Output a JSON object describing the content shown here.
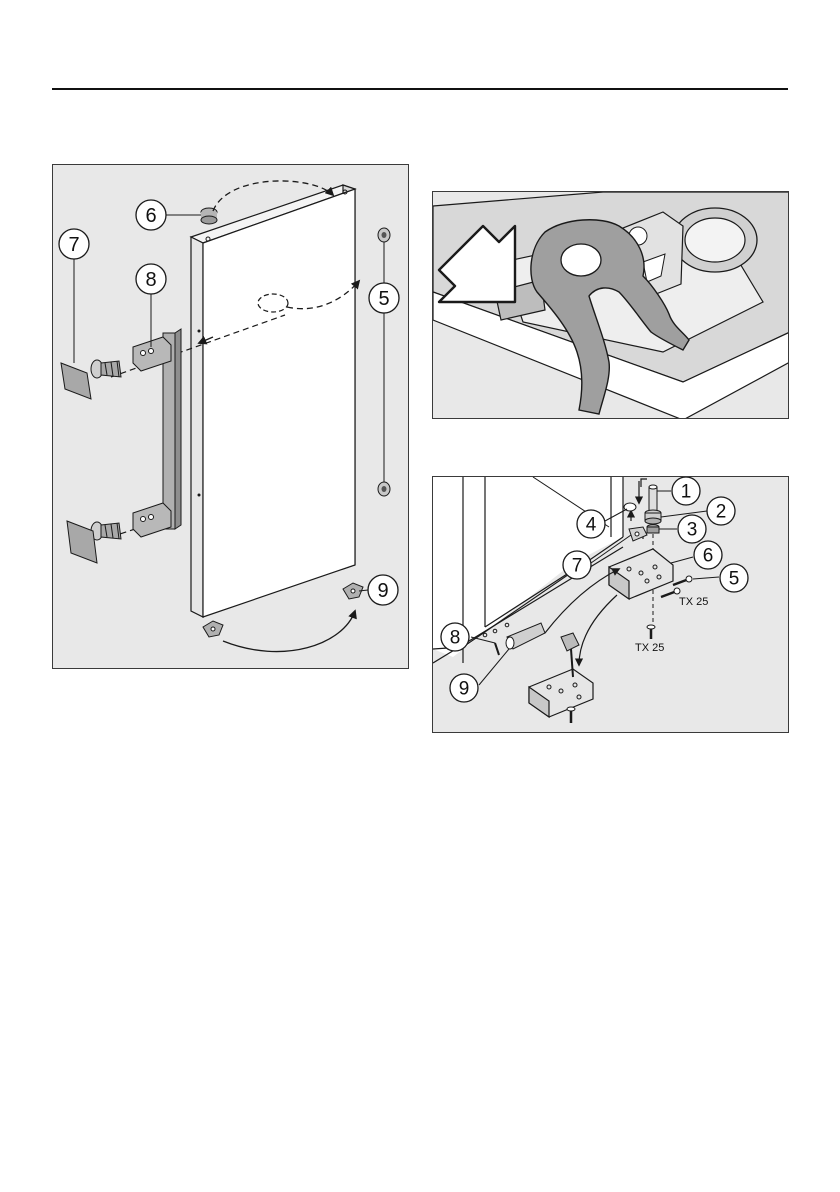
{
  "left_diagram": {
    "callouts": [
      "5",
      "6",
      "7",
      "8",
      "9"
    ]
  },
  "bottom_right_diagram": {
    "callouts": [
      "1",
      "2",
      "3",
      "4",
      "5",
      "6",
      "7",
      "8",
      "9"
    ],
    "screw_label_side": "TX 25",
    "screw_label_bottom": "TX 25"
  },
  "colors": {
    "panel_background": "#e8e8e8",
    "line": "#1a1a1a",
    "part_gray": "#a9a9a9",
    "door_white": "#ffffff"
  }
}
